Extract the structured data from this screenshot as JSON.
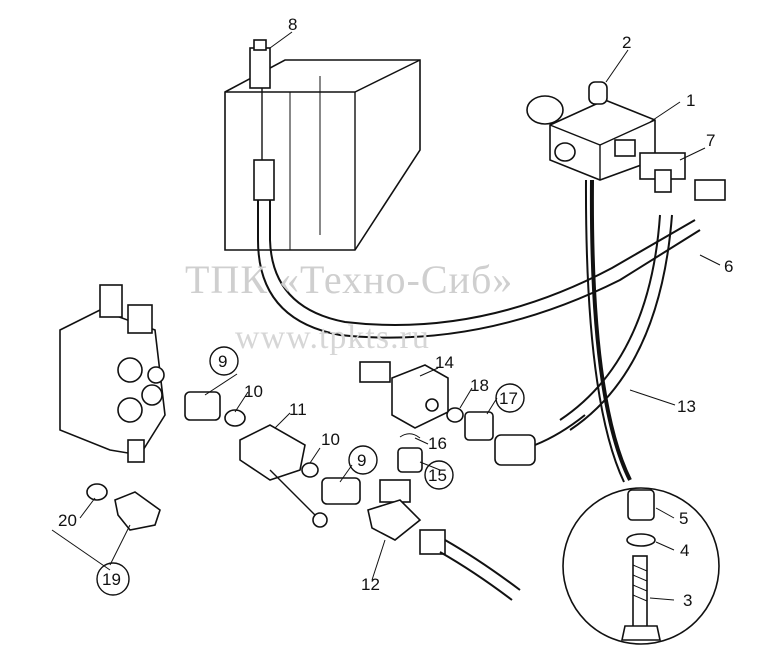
{
  "watermark": {
    "company": "ТПК «Техно-Сиб»",
    "url": "www.tpkts.ru"
  },
  "labels": {
    "p1": "1",
    "p2": "2",
    "p3": "3",
    "p4": "4",
    "p5": "5",
    "p6": "6",
    "p7": "7",
    "p8": "8",
    "p9a": "9",
    "p9b": "9",
    "p10a": "10",
    "p10b": "10",
    "p11": "11",
    "p12": "12",
    "p13": "13",
    "p14": "14",
    "p15": "15",
    "p16": "16",
    "p17": "17",
    "p18": "18",
    "p19": "19",
    "p20": "20"
  }
}
